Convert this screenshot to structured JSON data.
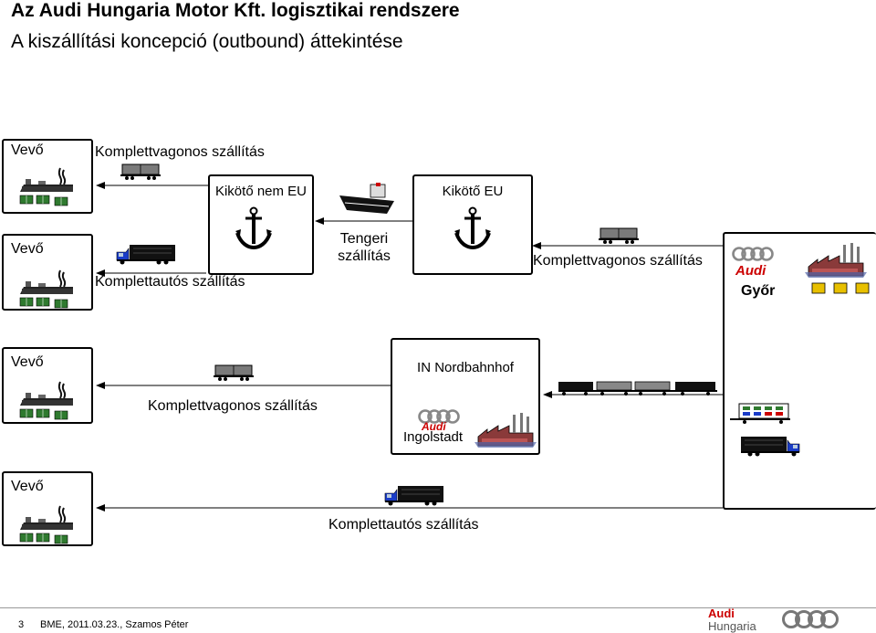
{
  "header": {
    "title": "Az Audi Hungaria Motor Kft. logisztikai rendszere",
    "subtitle": "A kiszállítási koncepció (outbound) áttekintése"
  },
  "customers": {
    "label": "Vevő"
  },
  "row1": {
    "transport": "Komplettvagonos szállítás"
  },
  "row2": {
    "port_non_eu": "Kikötő nem EU",
    "port_eu": "Kikötő EU",
    "sea_line1": "Tengeri",
    "sea_line2": "szállítás",
    "truck_transport": "Komplettautós szállítás",
    "rail_transport": "Komplettvagonos szállítás",
    "plant": "Győr"
  },
  "row3": {
    "station": "IN Nordbahnhof",
    "transport": "Komplettvagonos szállítás",
    "plant": "Ingolstadt"
  },
  "row4": {
    "transport": "Komplettautós szállítás"
  },
  "footer": {
    "page": "3",
    "author": "BME, 2011.03.23., Szamos Péter",
    "brand_line1": "Audi",
    "brand_line2": "Hungaria"
  },
  "colors": {
    "audi_red": "#cc0000",
    "truck_blue": "#1a3cc8",
    "crate_green": "#2f7a2f",
    "crate_yellow": "#e8c000"
  }
}
